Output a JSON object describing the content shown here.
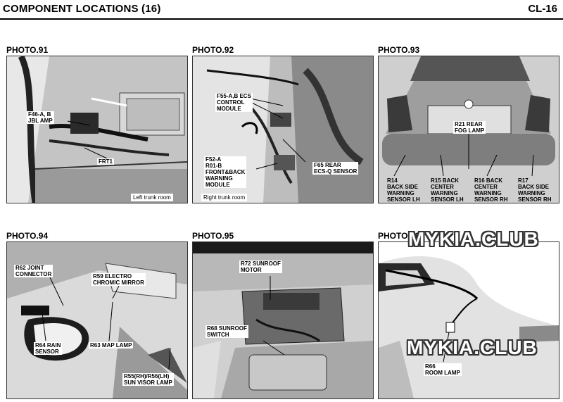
{
  "header": {
    "title": "COMPONENT LOCATIONS (16)",
    "code": "CL-16"
  },
  "photos": [
    {
      "label": "PHOTO.91",
      "callouts": [
        "F46-A, B\nJBL AMP",
        "FRT1"
      ],
      "caption": "Left trunk room"
    },
    {
      "label": "PHOTO.92",
      "callouts": [
        "F55-A,B ECS\nCONTROL\nMODULE",
        "F52-A\nR01-B\nFRONT&BACK\nWARNING\nMODULE",
        "F65 REAR\nECS-Q SENSOR"
      ],
      "caption": "Right trunk room"
    },
    {
      "label": "PHOTO.93",
      "callouts": [
        "R21 REAR\nFOG LAMP",
        "R14\nBACK SIDE\nWARNING\nSENSOR LH",
        "R15 BACK\nCENTER\nWARNING\nSENSOR LH",
        "R16 BACK\nCENTER\nWARNING\nSENSOR RH",
        "R17\nBACK SIDE\nWARNING\nSENSOR RH"
      ]
    },
    {
      "label": "PHOTO.94",
      "callouts": [
        "R62 JOINT\nCONNECTOR",
        "R59 ELECTRO\nCHROMIC MIRROR",
        "R64 RAIN\nSENSOR",
        "R63 MAP LAMP",
        "R55(RH)/R56(LH)\nSUN VISOR LAMP"
      ]
    },
    {
      "label": "PHOTO.95",
      "callouts": [
        "R72 SUNROOF\nMOTOR",
        "R68 SUNROOF\nSWITCH"
      ]
    },
    {
      "label": "PHOTO.96",
      "callouts": [
        "R66\nROOM LAMP"
      ]
    }
  ],
  "watermarks": [
    "MYKIA.CLUB",
    "MYKIA.CLUB"
  ]
}
